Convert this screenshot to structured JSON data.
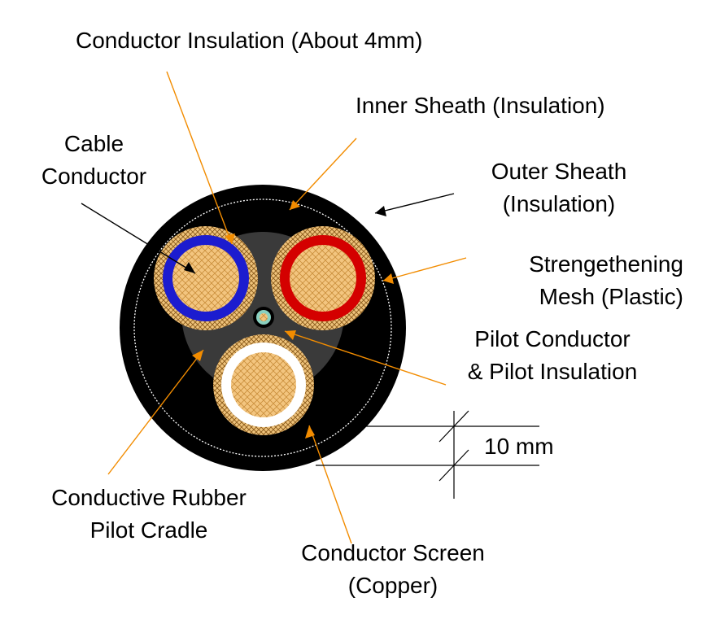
{
  "labels": {
    "conductor_insulation": "Conductor Insulation (About 4mm)",
    "inner_sheath": "Inner Sheath (Insulation)",
    "cable_conductor": [
      "Cable",
      "Conductor"
    ],
    "outer_sheath": [
      "Outer Sheath",
      "(Insulation)"
    ],
    "strengthening_mesh": [
      "Strengethening",
      "Mesh (Plastic)"
    ],
    "pilot_conductor": [
      "Pilot Conductor",
      "& Pilot Insulation"
    ],
    "dimension": "10 mm",
    "conductive_rubber": [
      "Conductive Rubber",
      "Pilot Cradle"
    ],
    "conductor_screen": [
      "Conductor Screen",
      "(Copper)"
    ]
  },
  "colors": {
    "outer_sheath": "#000000",
    "cradle": "#3a3a3a",
    "conductor": "#f0c27a",
    "mesh": "#e8b870",
    "insulation_blue": "#1c1ccf",
    "insulation_red": "#d40000",
    "insulation_white": "#ffffff",
    "leader_orange": "#f28c00",
    "leader_black": "#000000"
  }
}
